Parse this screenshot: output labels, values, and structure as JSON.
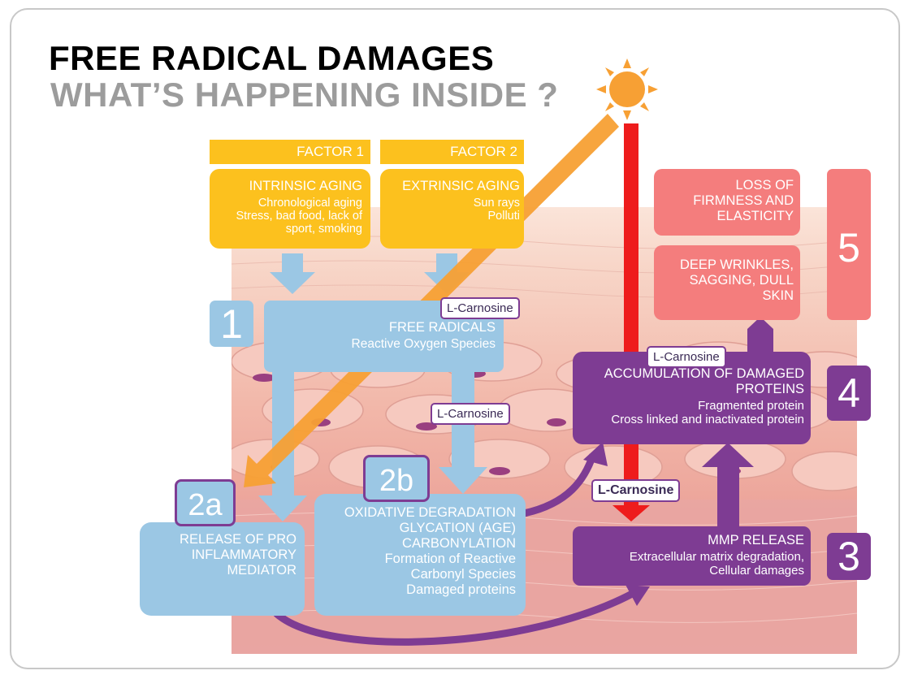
{
  "title": {
    "line1": "FREE RADICAL DAMAGES",
    "line2": "WHAT’S HAPPENING INSIDE ?"
  },
  "factors": [
    {
      "label": "FACTOR 1",
      "title": "INTRINSIC AGING",
      "lines": [
        "Chronological aging",
        "Stress, bad food, lack of",
        "sport, smoking"
      ]
    },
    {
      "label": "FACTOR 2",
      "title": "EXTRINSIC AGING",
      "lines": [
        "Sun rays",
        "Polluti"
      ]
    }
  ],
  "steps": {
    "s1": {
      "number": "1",
      "title": "FREE RADICALS",
      "sub": "Reactive Oxygen Species"
    },
    "s2a": {
      "number": "2a",
      "lines": [
        "RELEASE OF PRO",
        "INFLAMMATORY",
        "MEDIATOR"
      ]
    },
    "s2b": {
      "number": "2b",
      "lines": [
        "OXIDATIVE DEGRADATION",
        "GLYCATION (AGE)",
        "CARBONYLATION",
        "Formation of Reactive",
        "Carbonyl Species",
        "Damaged proteins"
      ]
    },
    "s3": {
      "number": "3",
      "title": "MMP RELEASE",
      "lines": [
        "Extracellular matrix degradation,",
        "Cellular damages"
      ]
    },
    "s4": {
      "number": "4",
      "title1": "ACCUMULATION OF DAMAGED",
      "title2": "PROTEINS",
      "lines": [
        "Fragmented protein",
        "Cross linked and inactivated  protein"
      ]
    },
    "s5": {
      "number": "5",
      "top": [
        "LOSS OF",
        "FIRMNESS AND",
        "ELASTICITY"
      ],
      "bottom": [
        "DEEP WRINKLES,",
        "SAGGING, DULL",
        "SKIN"
      ]
    }
  },
  "carnosine_labels": [
    "L-Carnosine",
    "L-Carnosine",
    "L-Carnosine",
    "L-Carnosine"
  ],
  "colors": {
    "yellow": "#fcc11e",
    "light_blue": "#9bc7e4",
    "purple": "#7e3c93",
    "salmon": "#f47d7d",
    "sun_orange": "#f7a034",
    "uv_red": "#ee1c1c"
  },
  "icons": [
    "sun-icon"
  ]
}
